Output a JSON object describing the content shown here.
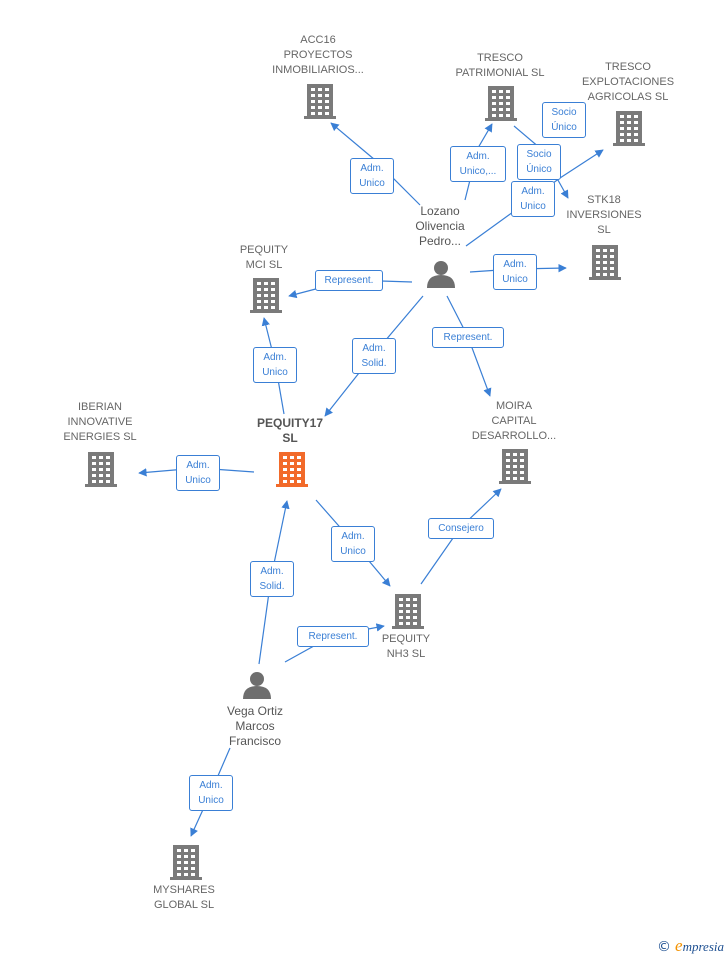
{
  "colors": {
    "building_gray": "#7a7a7a",
    "building_main": "#f26a2a",
    "person_gray": "#6e6e6e",
    "edge_blue": "#3a7fd5"
  },
  "nodes": {
    "acc16": {
      "lines": [
        "ACC16",
        "PROYECTOS",
        "INMOBILIARIOS..."
      ]
    },
    "tresco_patrimonial": {
      "lines": [
        "TRESCO",
        "PATRIMONIAL SL"
      ]
    },
    "tresco_explotaciones": {
      "lines": [
        "TRESCO",
        "EXPLOTACIONES",
        "AGRICOLAS SL"
      ]
    },
    "lozano": {
      "lines": [
        "Lozano",
        "Olivencia",
        "Pedro..."
      ]
    },
    "stk18": {
      "lines": [
        "STK18",
        "INVERSIONES",
        "SL"
      ]
    },
    "pequity_mci": {
      "lines": [
        "PEQUITY",
        "MCI  SL"
      ]
    },
    "iberian": {
      "lines": [
        "IBERIAN",
        "INNOVATIVE",
        "ENERGIES  SL"
      ]
    },
    "pequity17": {
      "lines": [
        "PEQUITY17",
        "SL"
      ]
    },
    "moira": {
      "lines": [
        "MOIRA",
        "CAPITAL",
        "DESARROLLO..."
      ]
    },
    "pequity_nh3": {
      "lines": [
        "PEQUITY",
        "NH3  SL"
      ]
    },
    "vega": {
      "lines": [
        "Vega Ortiz",
        "Marcos",
        "Francisco"
      ]
    },
    "myshares": {
      "lines": [
        "MYSHARES",
        "GLOBAL  SL"
      ]
    }
  },
  "relations": {
    "lozano_acc16": [
      "Adm.",
      "Unico"
    ],
    "lozano_tresco_pat": [
      "Adm.",
      "Unico,..."
    ],
    "socio_unico_1": [
      "Socio",
      "Único"
    ],
    "socio_unico_2": [
      "Socio",
      "Único"
    ],
    "lozano_tresco_exp": [
      "Adm.",
      "Unico"
    ],
    "lozano_stk18": [
      "Adm.",
      "Unico"
    ],
    "lozano_mci": [
      "Represent."
    ],
    "lozano_pequity17": [
      "Adm.",
      "Solid."
    ],
    "lozano_moira": [
      "Represent."
    ],
    "pequity17_mci": [
      "Adm.",
      "Unico"
    ],
    "pequity17_iberian": [
      "Adm.",
      "Unico"
    ],
    "pequity17_nh3": [
      "Adm.",
      "Unico"
    ],
    "nh3_moira": [
      "Consejero"
    ],
    "vega_pequity17": [
      "Adm.",
      "Solid."
    ],
    "vega_nh3": [
      "Represent."
    ],
    "vega_myshares": [
      "Adm.",
      "Unico"
    ]
  },
  "footer": {
    "copyright": "©",
    "brand_initial": "e",
    "brand_rest": "mpresia"
  }
}
